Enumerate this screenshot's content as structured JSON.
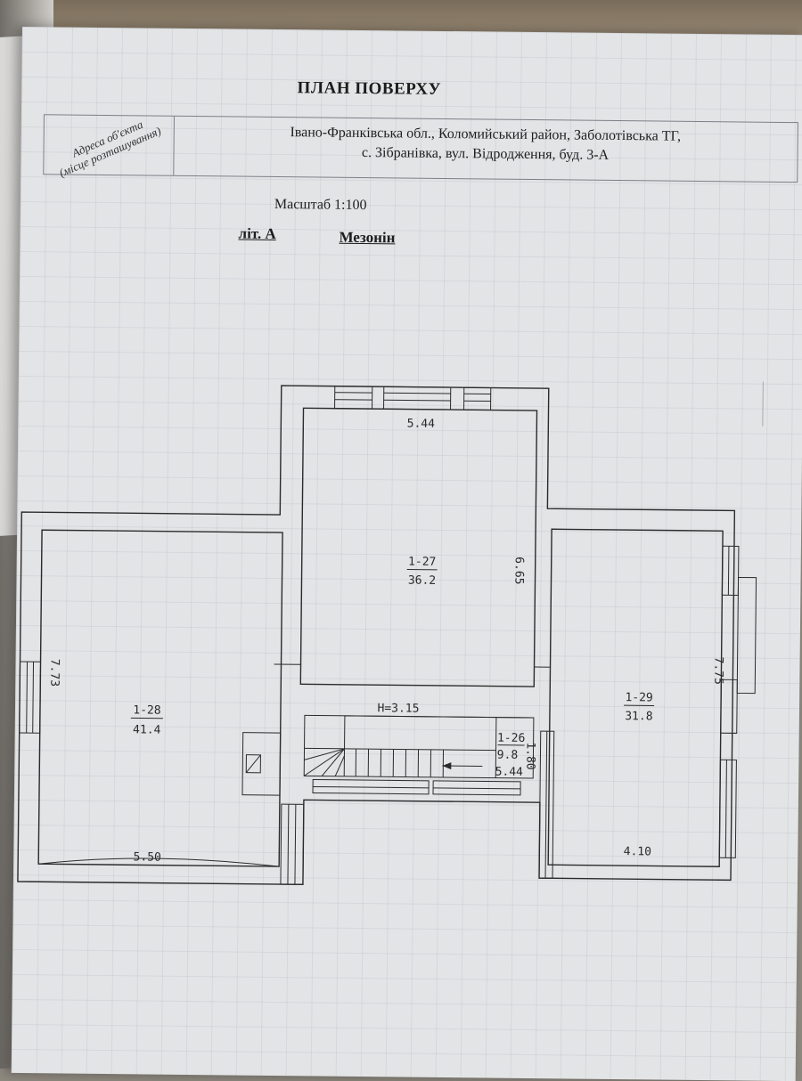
{
  "document": {
    "title": "ПЛАН ПОВЕРХУ",
    "address_label_line1": "Адреса об'єкта",
    "address_label_line2": "(місце розташування)",
    "address_line1": "Івано-Франківська обл., Коломийський район, Заболотівська ТГ,",
    "address_line2": "с. Зібранівка, вул. Відродження, буд. 3-А",
    "scale": "Масштаб 1:100",
    "letter": "літ. А",
    "floor": "Мезонін"
  },
  "plan": {
    "top_width": "5.44",
    "center_height": "6.65",
    "left_height": "7.73",
    "right_height": "7.75",
    "stair_height": "H=3.15",
    "stair_width": "5.44",
    "stair_depth": "1.80",
    "left_width": "5.50",
    "right_width": "4.10",
    "rooms": [
      {
        "id": "1-27",
        "area": "36.2"
      },
      {
        "id": "1-28",
        "area": "41.4"
      },
      {
        "id": "1-29",
        "area": "31.8"
      },
      {
        "id": "1-26",
        "area": "9.8"
      }
    ]
  }
}
